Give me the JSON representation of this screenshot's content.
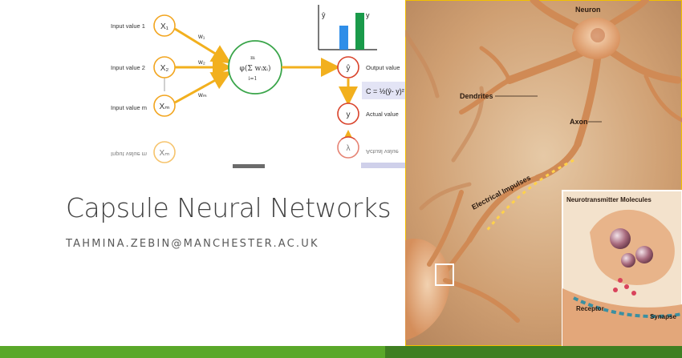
{
  "slide": {
    "title": "Capsule Neural Networks",
    "subtitle": "TAHMINA.ZEBIN@MANCHESTER.AC.UK"
  },
  "perceptron": {
    "inputs": [
      {
        "label": "Input value 1",
        "node": "X₁",
        "weight": "w₁"
      },
      {
        "label": "Input value 2",
        "node": "X₂",
        "weight": "w₂"
      },
      {
        "label": "Input value m",
        "node": "Xₘ",
        "weight": "wₘ"
      }
    ],
    "reflected_input": {
      "label": "Input value m",
      "node": "Xₘ"
    },
    "activation_formula": "φ(Σ wᵢxᵢ)",
    "sum_upper": "m",
    "sum_lower": "i=1",
    "output_node": "ŷ",
    "output_label": "Output value",
    "cost_formula": "C = ½(ŷ- y)²",
    "actual_node": "y",
    "actual_label": "Actual value",
    "reflected_actual_node": "λ",
    "reflected_actual_label": "Actual value",
    "mini_chart": {
      "label_hat": "ŷ",
      "label_y": "y",
      "colors": [
        "#2f8ee8",
        "#1a9a4a"
      ]
    }
  },
  "neuron_image": {
    "labels": {
      "neuron": "Neuron",
      "dendrites": "Dendrites",
      "axon": "Axon",
      "impulses": "Electrical Impulses",
      "neurotransmitter": "Neurotransmitter Molecules",
      "receptor": "Receptor",
      "synapse": "Synapse"
    }
  },
  "colors": {
    "arrow": "#f2b01e",
    "node_border": "#f2a51f",
    "sum_border": "#3aa54a",
    "output_border": "#d9432b",
    "bar_light": "#5aa82a",
    "bar_dark": "#3f7f22"
  }
}
